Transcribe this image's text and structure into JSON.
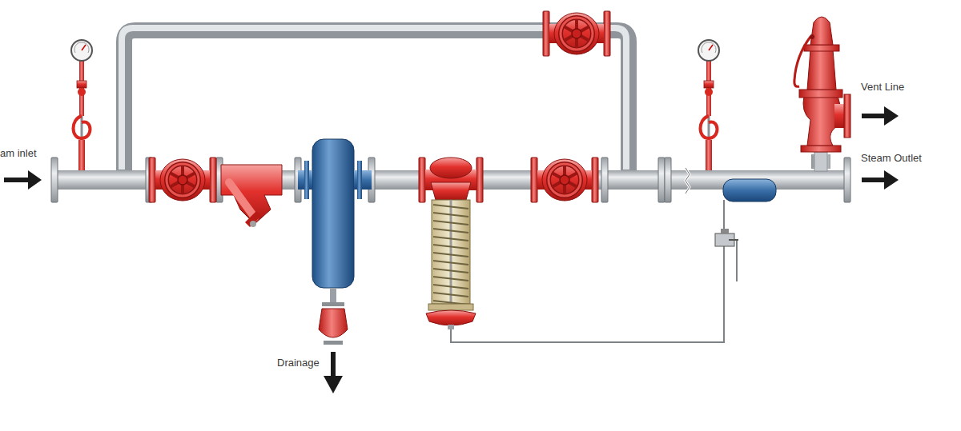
{
  "diagram": {
    "labels": [
      "am inlet",
      "Vent Line",
      "Steam Outlet",
      "Drainage"
    ]
  }
}
